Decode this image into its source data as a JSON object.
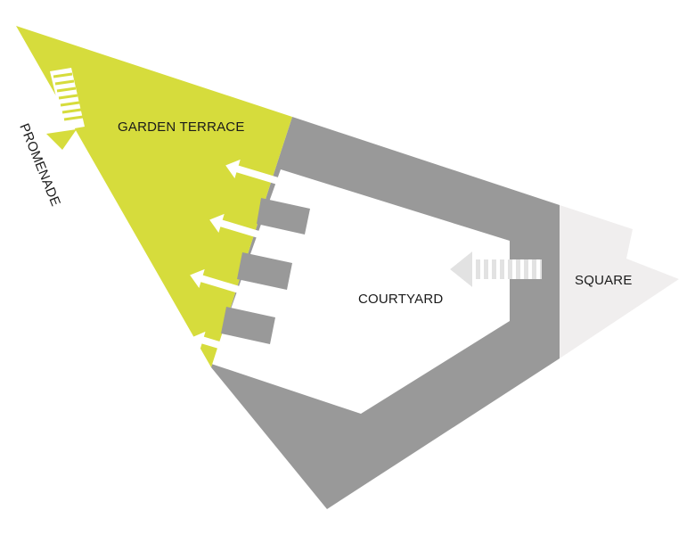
{
  "labels": {
    "garden_terrace": "GARDEN TERRACE",
    "courtyard": "COURTYARD",
    "square": "SQUARE",
    "promenade": "PROMENADE"
  },
  "colors": {
    "garden": "#d6dc3c",
    "building": "#999999",
    "square": "#f0eeee",
    "square_edge": "#d2cece",
    "arrow": "#ffffff",
    "text": "#1a1a1a"
  }
}
